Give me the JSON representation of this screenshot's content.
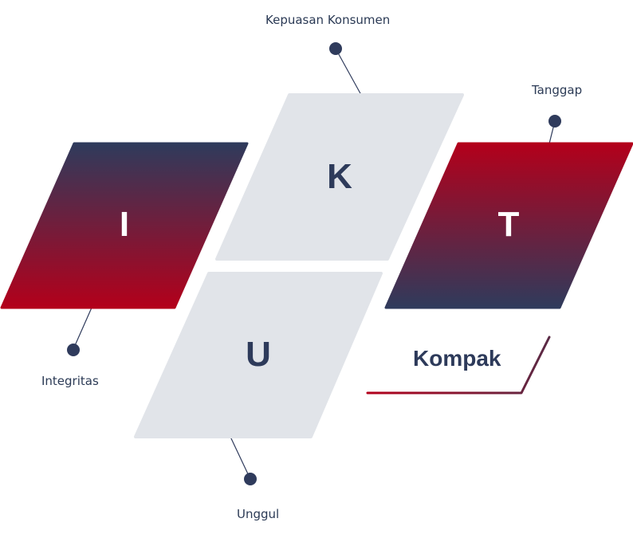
{
  "letters": {
    "k": "K",
    "i": "I",
    "t": "T",
    "u": "U"
  },
  "labels": {
    "kepuasan": "Kepuasan Konsumen",
    "tanggap": "Tanggap",
    "integritas": "Integritas",
    "unggul": "Unggul",
    "kompak": "Kompak"
  },
  "colors": {
    "navy": "#2f3b5c",
    "crimson": "#b3001b",
    "gray_panel": "#e1e4e9",
    "text": "#2b3a55"
  }
}
